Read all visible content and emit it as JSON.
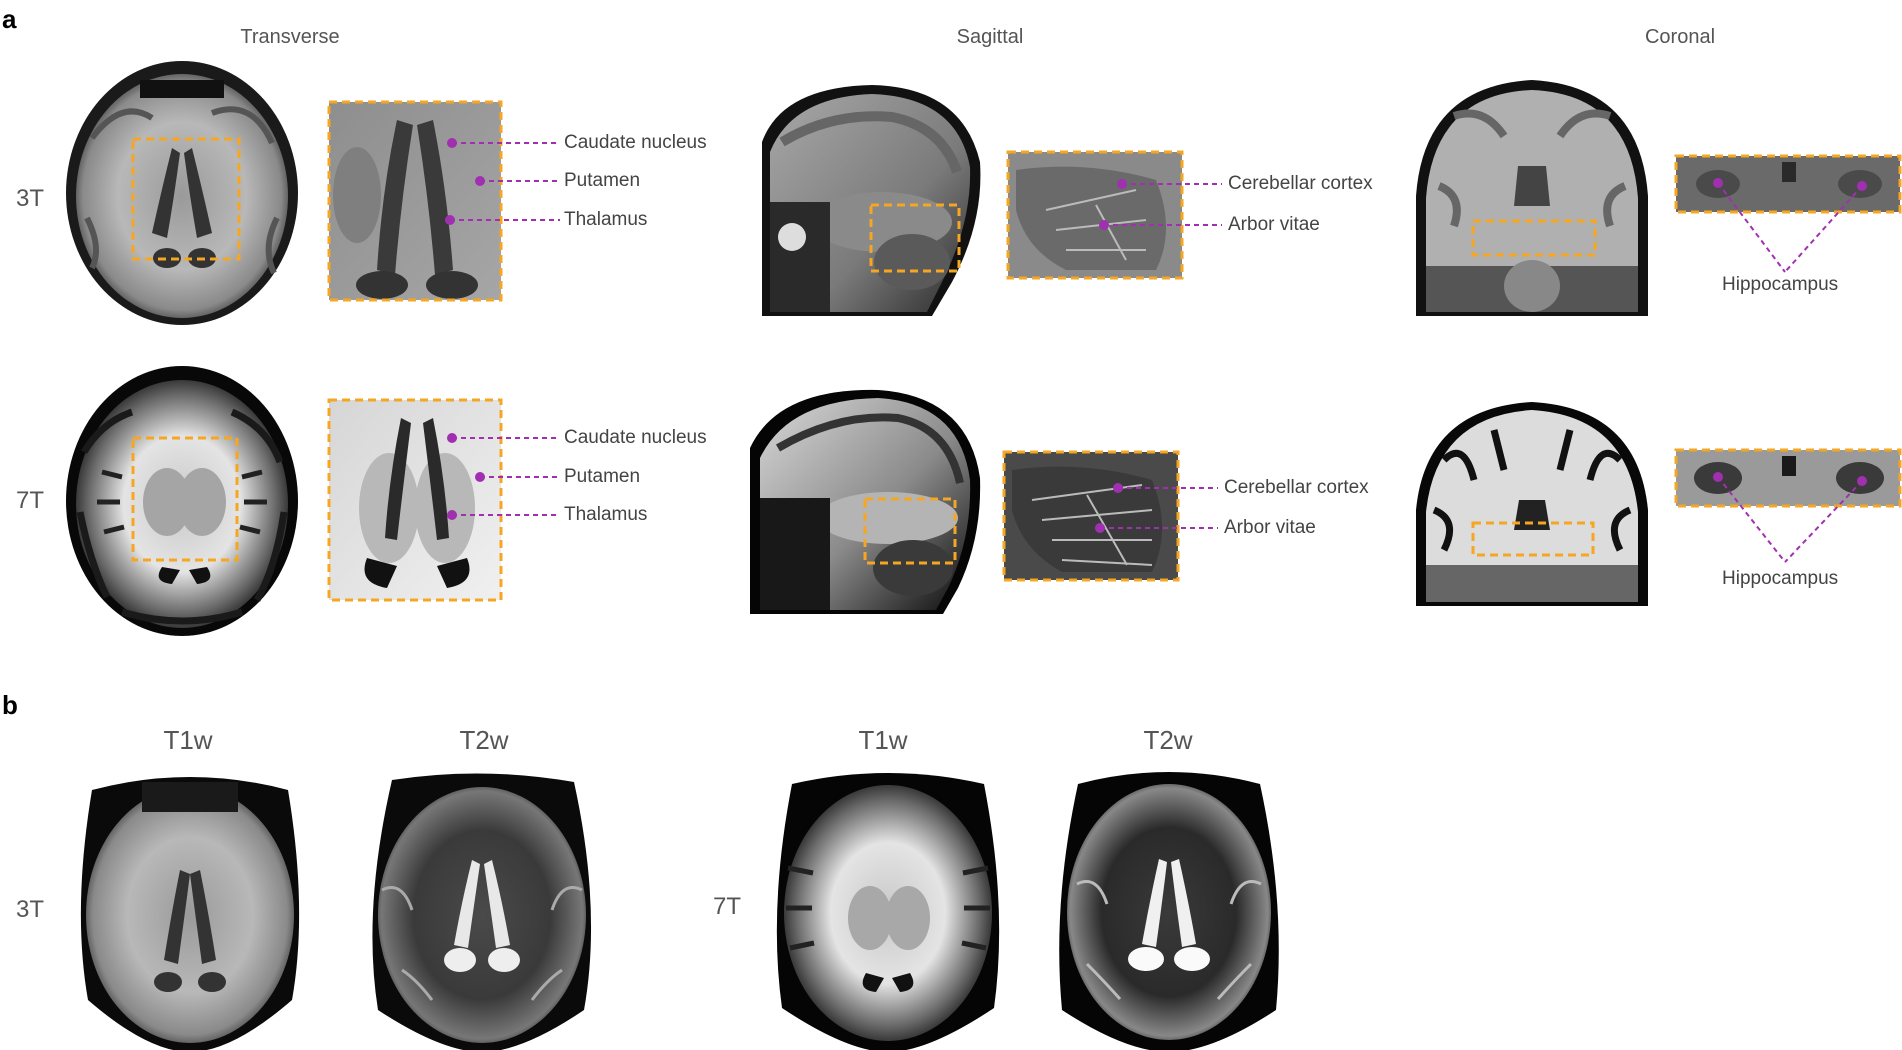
{
  "panel_a": {
    "letter": "a",
    "views": [
      "Transverse",
      "Sagittal",
      "Coronal"
    ],
    "rows": [
      "3T",
      "7T"
    ],
    "transverse_labels": [
      "Caudate nucleus",
      "Putamen",
      "Thalamus"
    ],
    "sagittal_labels": [
      "Cerebellar cortex",
      "Arbor vitae"
    ],
    "coronal_label": "Hippocampus"
  },
  "panel_b": {
    "letter": "b",
    "groups": [
      {
        "field": "3T",
        "sequences": [
          "T1w",
          "T2w"
        ]
      },
      {
        "field": "7T",
        "sequences": [
          "T1w",
          "T2w"
        ]
      }
    ]
  },
  "colors": {
    "zoom_box": "#f5a623",
    "annotation": "#a030b0",
    "text": "#555555"
  }
}
